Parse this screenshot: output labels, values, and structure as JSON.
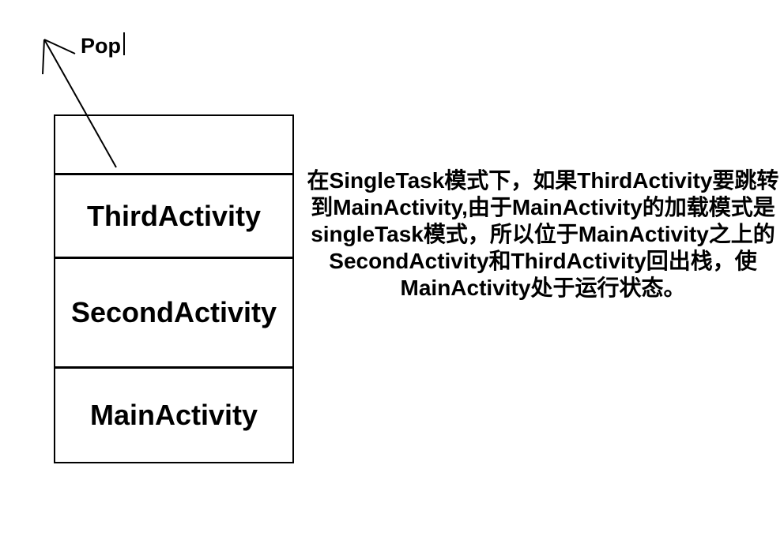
{
  "pop": {
    "label": "Pop"
  },
  "stack": {
    "items": [
      {
        "label": ""
      },
      {
        "label": "ThirdActivity"
      },
      {
        "label": "SecondActivity"
      },
      {
        "label": "MainActivity"
      }
    ]
  },
  "description": {
    "lines": [
      "在SingleTask模式下，如果ThirdActivity要跳转",
      "到MainActivity,由于MainActivity的加载模式是",
      "singleTask模式，所以位于MainActivity之上的",
      "SecondActivity和ThirdActivity回出栈，使",
      "MainActivity处于运行状态。"
    ]
  },
  "colors": {
    "ink": "#000000",
    "background": "#ffffff"
  }
}
